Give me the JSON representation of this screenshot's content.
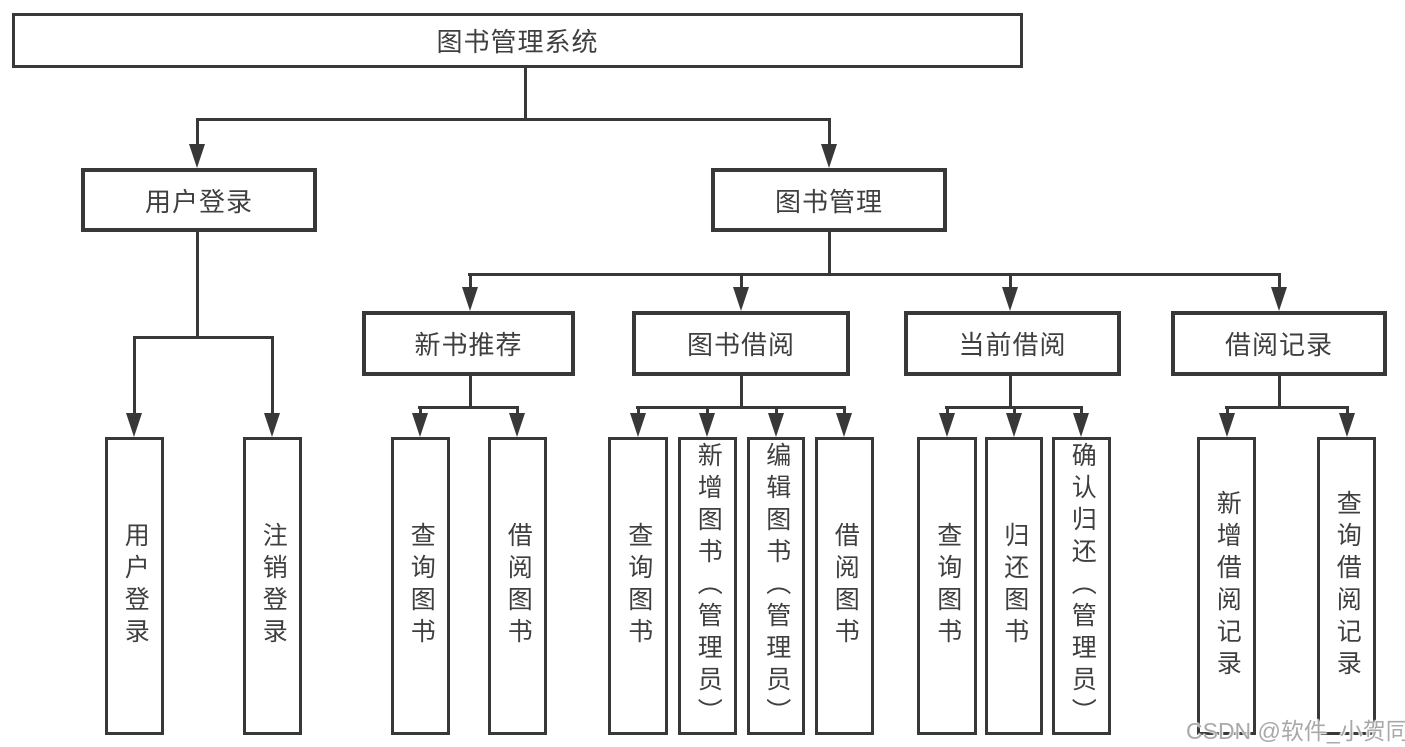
{
  "page": {
    "background_color": "#ffffff",
    "line_color": "#383838",
    "text_color": "#3f3f3f",
    "watermark_color": "#a9a9a9"
  },
  "diagram": {
    "title": "图书管理系统",
    "nodes": {
      "root": "图书管理系统",
      "user_login": "用户登录",
      "book_mgmt": "图书管理",
      "new_book_rec": "新书推荐",
      "book_borrow": "图书借阅",
      "current_borrow": "当前借阅",
      "borrow_records": "借阅记录",
      "leaf_user_login": "用户登录",
      "leaf_logout": "注销登录",
      "leaf_nr_query": "查询图书",
      "leaf_nr_borrow": "借阅图书",
      "leaf_bb_query": "查询图书",
      "leaf_bb_add": "新增图书（管理员）",
      "leaf_bb_edit": "编辑图书（管理员）",
      "leaf_bb_borrow": "借阅图书",
      "leaf_cb_query": "查询图书",
      "leaf_cb_return": "归还图书",
      "leaf_cb_confirm": "确认归还（管理员）",
      "leaf_br_add": "新增借阅记录",
      "leaf_br_query": "查询借阅记录"
    },
    "watermark": "CSDN @软件_小贺同学"
  }
}
